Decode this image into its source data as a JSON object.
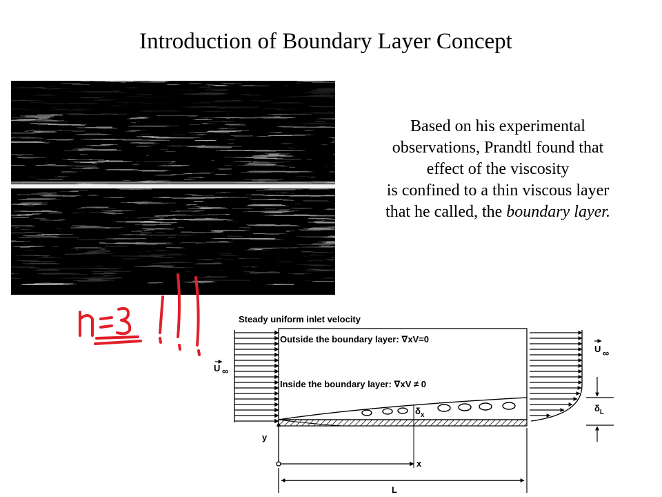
{
  "title": "Introduction of Boundary Layer Concept",
  "explanation": {
    "line1": "Based on his experimental",
    "line2": "observations, Prandtl found that",
    "line3": "effect of the viscosity",
    "line4": "is confined to a thin viscous layer",
    "line5_prefix": "that he called, the ",
    "line5_emphasis": "boundary layer."
  },
  "handwriting": {
    "text": "n = 3 !!!",
    "color": "#e0202a"
  },
  "diagram": {
    "steady_label": "Steady uniform inlet velocity",
    "outside_label": "Outside the boundary layer: ∇xV=0",
    "inside_label": "Inside the boundary layer: ∇xV ≠ 0",
    "u_inf_label": "U",
    "u_inf_sub": "∞",
    "delta_x_label": "δ",
    "delta_x_sub": "x",
    "delta_l_label": "δ",
    "delta_l_sub": "L",
    "y_label": "y",
    "x_label": "x",
    "l_label": "L"
  }
}
